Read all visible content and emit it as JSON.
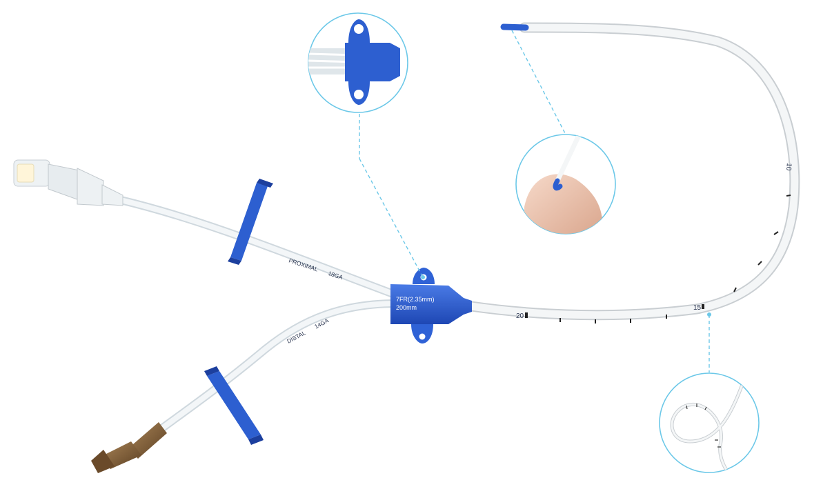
{
  "hub_label": {
    "line1": "7FR(2.35mm)",
    "line2": "200mm"
  },
  "lumens": {
    "proximal": "PROXIMAL",
    "proximal_gauge": "18GA",
    "distal": "DISTAL",
    "distal_gauge": "14GA"
  },
  "depth_marks": {
    "mark_20": "20",
    "mark_15": "15",
    "mark_10": "10"
  },
  "colors": {
    "blue": "#2d5fd0",
    "blue_dark": "#1c3f9e",
    "callout_ring": "#6cc8e8",
    "tube": "#f1f3f4",
    "connector_brown": "#7a5a38"
  }
}
